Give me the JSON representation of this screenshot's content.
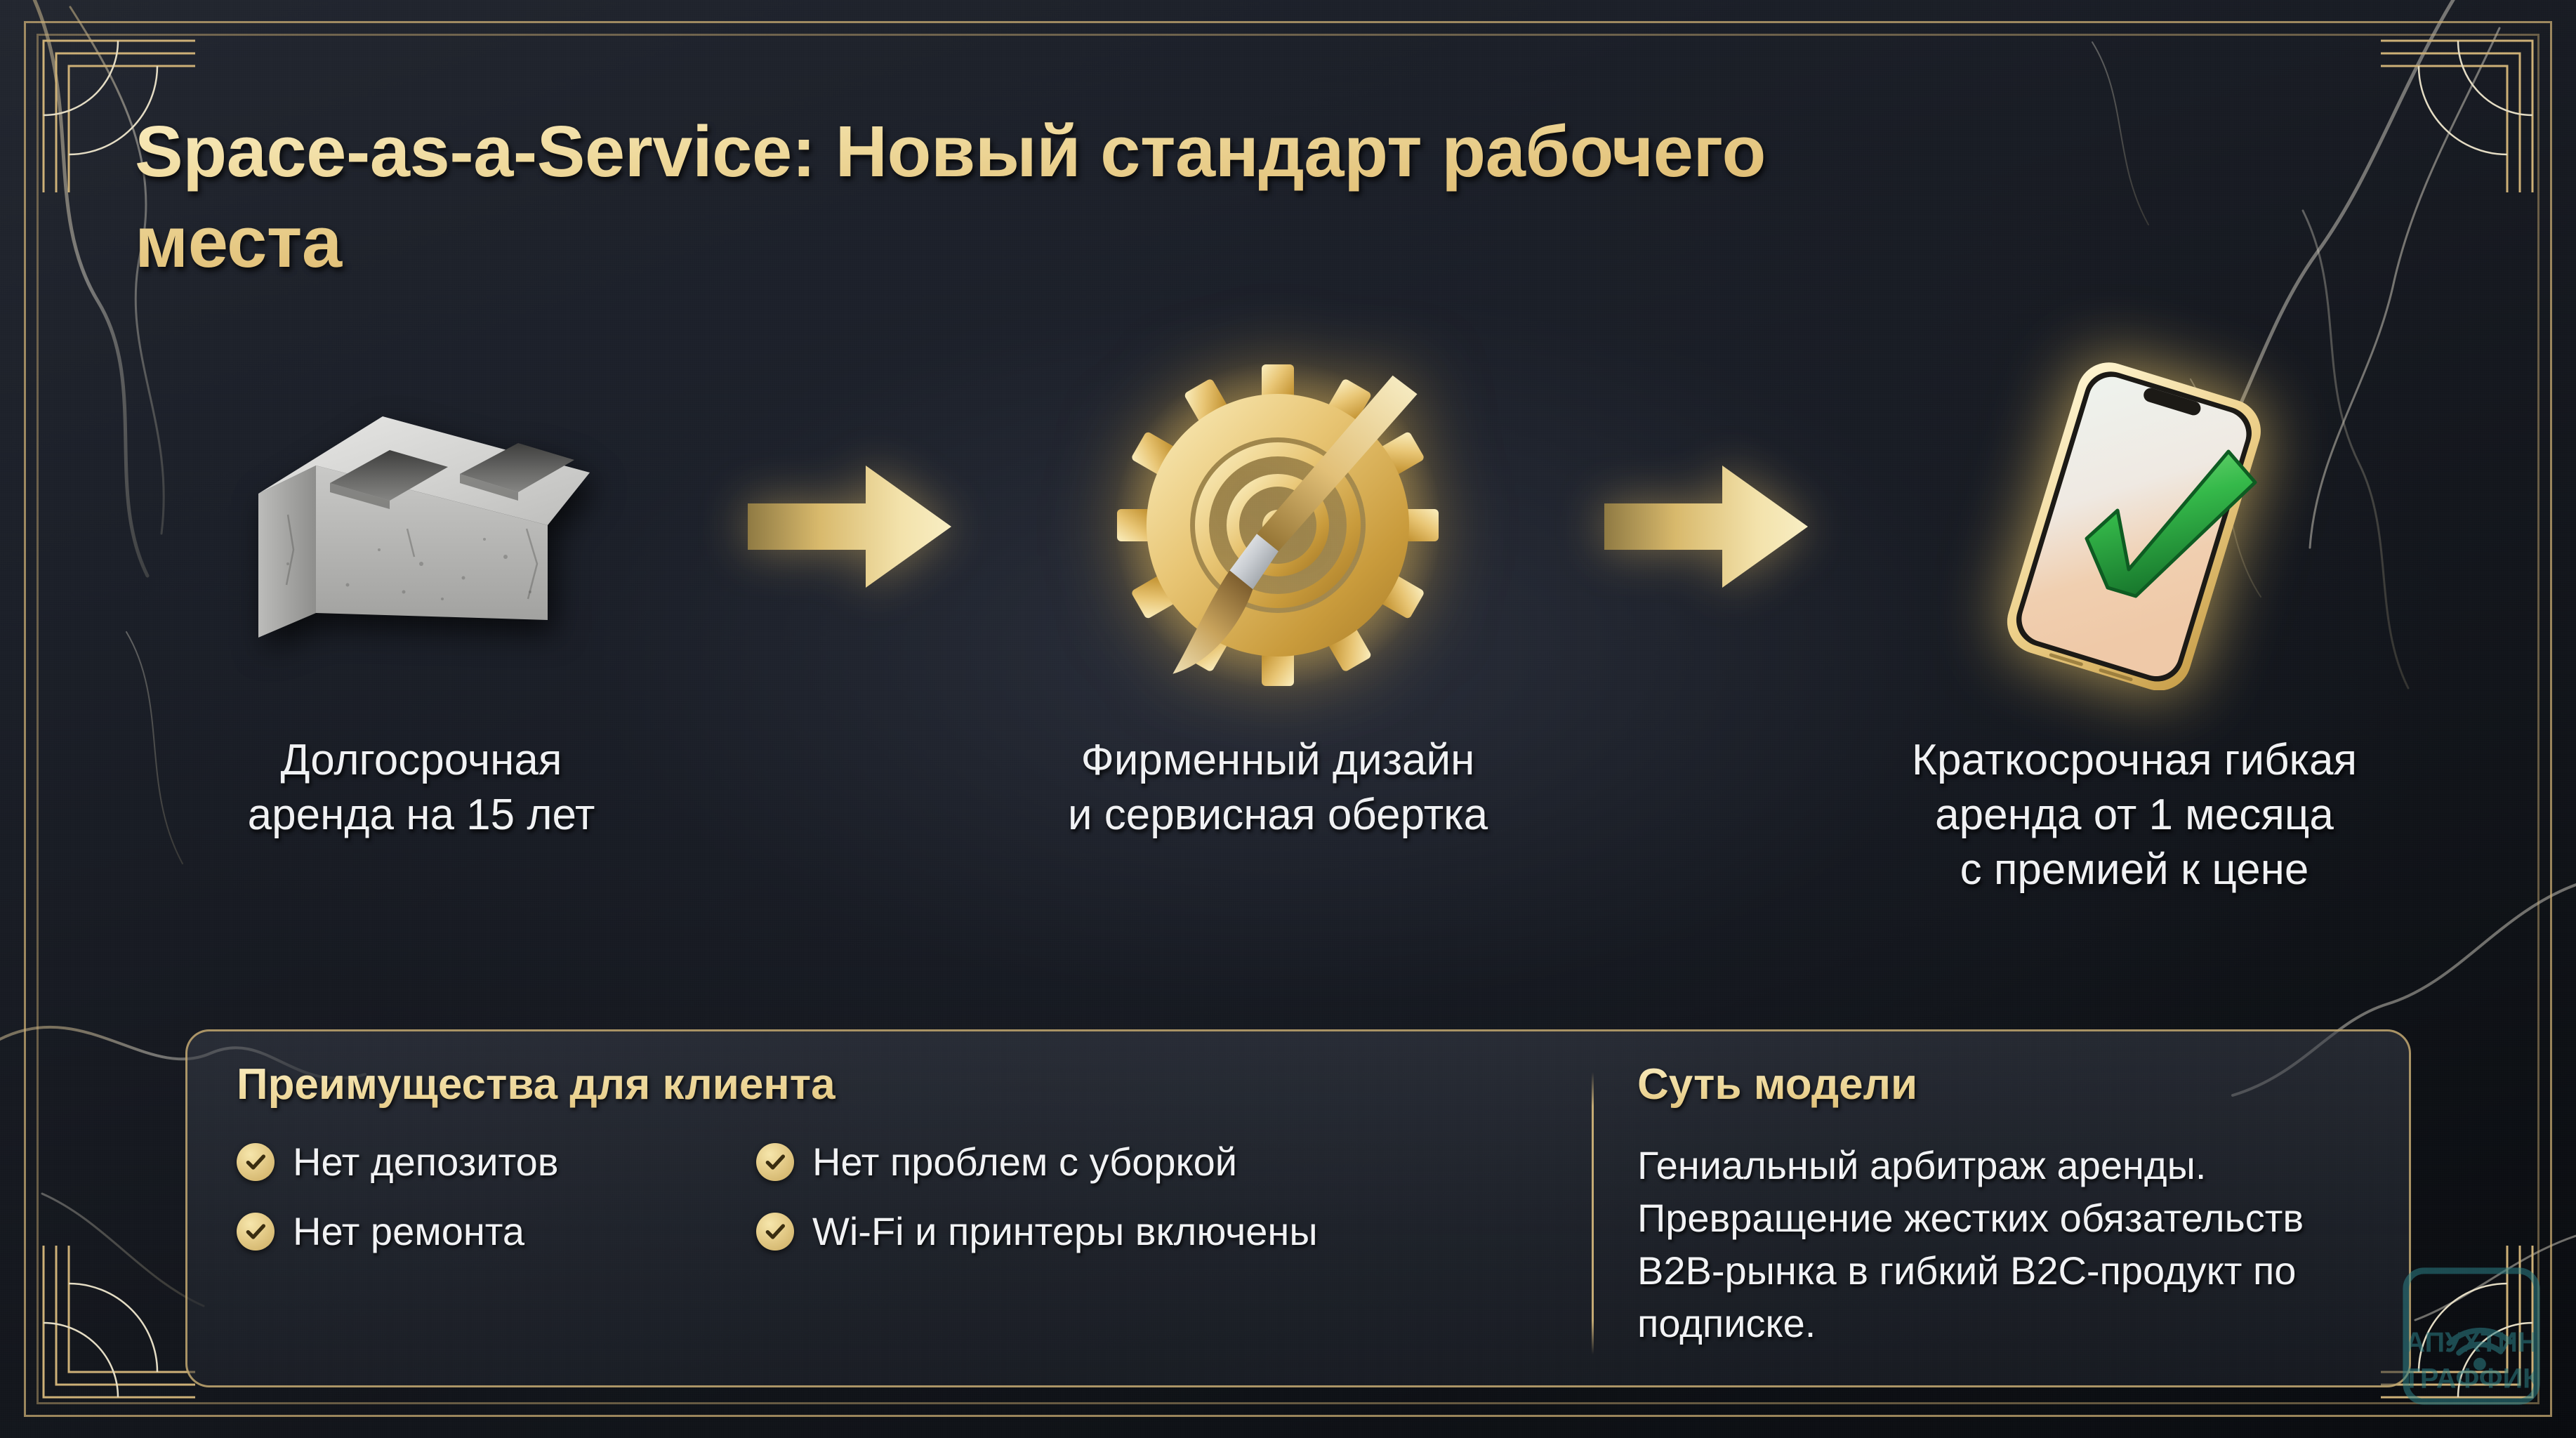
{
  "title": "Space-as-a-Service: Новый стандарт\nрабочего места",
  "colors": {
    "gold_light": "#fbeec2",
    "gold": "#e2c179",
    "gold_dark": "#cfa85c",
    "background_dark": "#15181f",
    "text_light": "#f1f2f4",
    "check_green": "#2fae4a",
    "watermark_teal": "#2b7f86"
  },
  "steps": [
    {
      "icon": "concrete-block-icon",
      "label": "Долгосрочная\nаренда на 15 лет"
    },
    {
      "icon": "gear-paintbrush-icon",
      "label": "Фирменный дизайн\nи сервисная обертка"
    },
    {
      "icon": "smartphone-checkmark-icon",
      "label": "Краткосрочная гибкая\nаренда от 1 месяца\nс премией к цене"
    }
  ],
  "arrows": [
    {
      "icon": "arrow-right-icon"
    },
    {
      "icon": "arrow-right-icon"
    }
  ],
  "panel": {
    "left": {
      "heading": "Преимущества для клиента",
      "bullets": [
        {
          "icon": "check-circle-icon",
          "text": "Нет депозитов"
        },
        {
          "icon": "check-circle-icon",
          "text": "Нет проблем с уборкой"
        },
        {
          "icon": "check-circle-icon",
          "text": "Нет ремонта"
        },
        {
          "icon": "check-circle-icon",
          "text": "Wi-Fi и принтеры включены"
        }
      ]
    },
    "right": {
      "heading": "Суть модели",
      "body": "Гениальный арбитраж аренды.\nПревращение жестких обязательств\nB2B-рынка в гибкий B2C-продукт по\nподписке."
    }
  },
  "watermark": {
    "line1": "АПУХТИН",
    "line2": "ТРАФФИК",
    "icon": "apuhtin-traffic-logo"
  }
}
